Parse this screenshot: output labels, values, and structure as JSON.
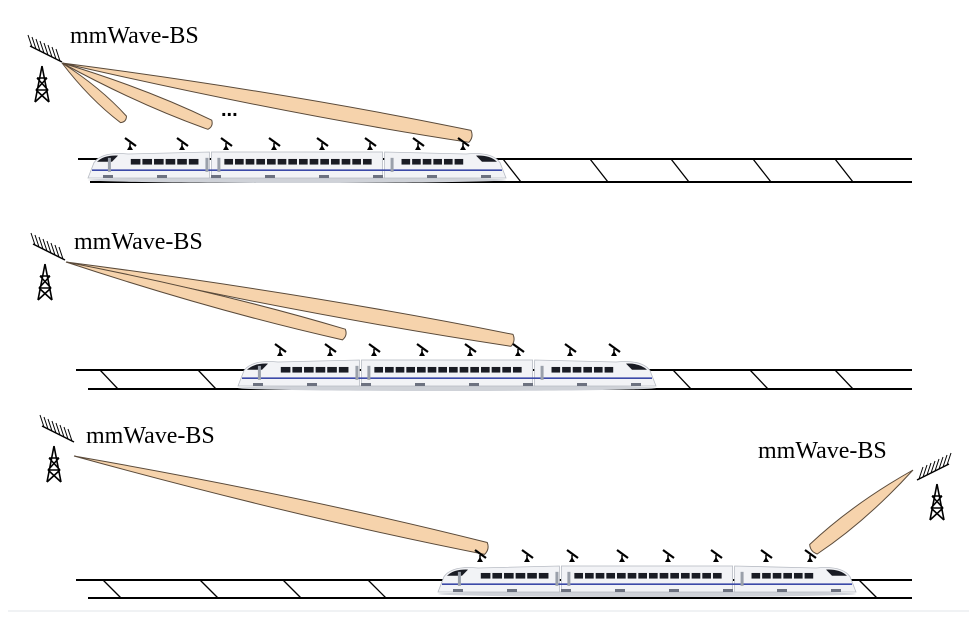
{
  "panels": [
    {
      "stations": [
        {
          "label": "mmWave-BS",
          "side": "left",
          "beam_count": 3
        }
      ],
      "more_beams_marker": "..."
    },
    {
      "stations": [
        {
          "label": "mmWave-BS",
          "side": "left",
          "beam_count": 2
        }
      ]
    },
    {
      "stations": [
        {
          "label": "mmWave-BS",
          "side": "left",
          "beam_count": 1
        },
        {
          "label": "mmWave-BS",
          "side": "right",
          "beam_count": 1
        }
      ]
    }
  ],
  "colors": {
    "beam_fill": "#f6d3ac",
    "beam_stroke": "#5a4a3a",
    "train_body": "#f2f3f6",
    "train_windows": "#1a1c24",
    "train_stripe": "#3c4aa8",
    "rail": "#000000"
  },
  "icons": [
    "base-station-tower-icon",
    "rooftop-antenna-icon",
    "high-speed-train"
  ]
}
